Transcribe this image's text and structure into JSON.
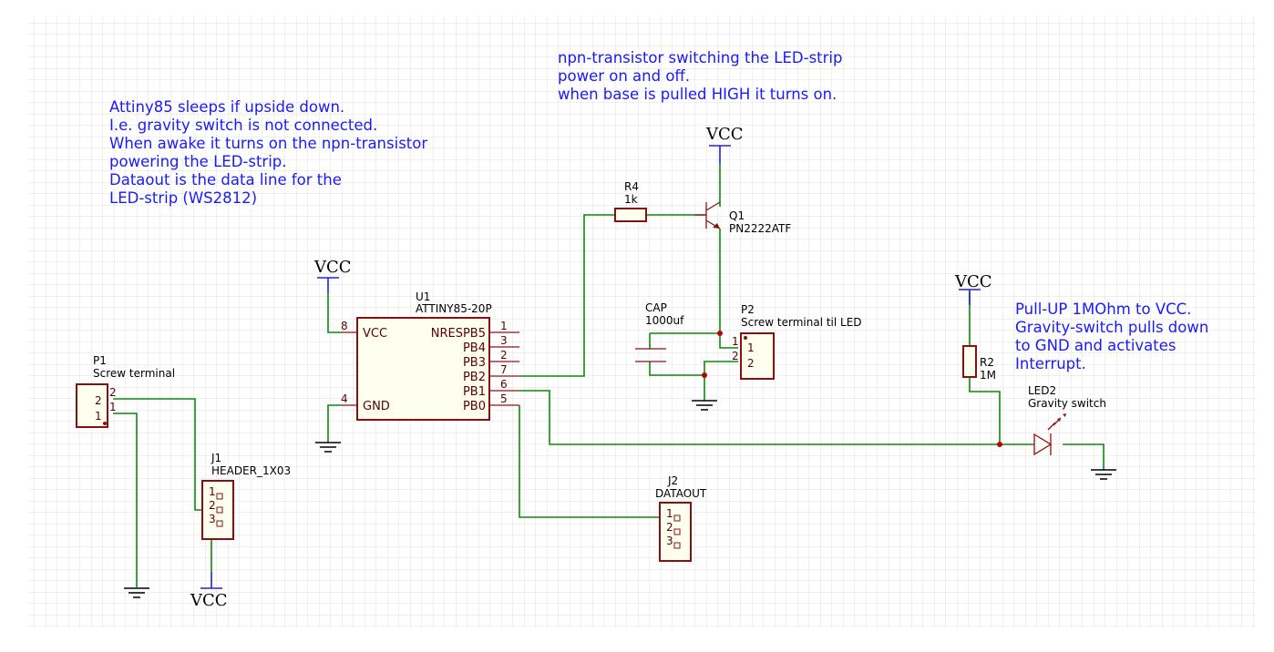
{
  "notes": {
    "sleep": [
      "Attiny85 sleeps if upside down.",
      "I.e. gravity switch is not connected.",
      "When awake it turns on the npn-transistor",
      "powering the LED-strip.",
      "Dataout is the data line for the",
      "LED-strip (WS2812)"
    ],
    "transistor": [
      "npn-transistor switching the LED-strip",
      "power on and off.",
      "when base is pulled HIGH it turns on."
    ],
    "pullup": [
      "Pull-UP 1MOhm to VCC.",
      "Gravity-switch pulls down",
      "to GND and activates",
      "Interrupt."
    ]
  },
  "power_labels": {
    "vcc": "VCC"
  },
  "components": {
    "u1": {
      "ref": "U1",
      "value": "ATTINY85-20P",
      "pins_left": [
        {
          "num": "8",
          "name": "VCC"
        },
        {
          "num": "4",
          "name": "GND"
        }
      ],
      "pins_right": [
        {
          "num": "1",
          "name": "NRESPB5"
        },
        {
          "num": "3",
          "name": "PB4"
        },
        {
          "num": "2",
          "name": "PB3"
        },
        {
          "num": "7",
          "name": "PB2"
        },
        {
          "num": "6",
          "name": "PB1"
        },
        {
          "num": "5",
          "name": "PB0"
        }
      ]
    },
    "r4": {
      "ref": "R4",
      "value": "1k"
    },
    "q1": {
      "ref": "Q1",
      "value": "PN2222ATF"
    },
    "cap": {
      "ref": "CAP",
      "value": "1000uf"
    },
    "p2": {
      "ref": "P2",
      "value": "Screw terminal til LED",
      "pins": [
        "1",
        "2"
      ]
    },
    "r2": {
      "ref": "R2",
      "value": "1M"
    },
    "led2": {
      "ref": "LED2",
      "value": "Gravity switch"
    },
    "p1": {
      "ref": "P1",
      "value": "Screw terminal",
      "pins": [
        "2",
        "1"
      ]
    },
    "j1": {
      "ref": "J1",
      "value": "HEADER_1X03",
      "pins": [
        "1",
        "2",
        "3"
      ]
    },
    "j2": {
      "ref": "J2",
      "value": "DATAOUT",
      "pins": [
        "1",
        "2",
        "3"
      ]
    }
  },
  "colors": {
    "wire": "#0b8a0b",
    "component": "#8a1010",
    "component_fill": "#ffffef",
    "power_stub": "#2222dd",
    "junction": "#c00000",
    "note_text": "#1a1aff",
    "grid": "#e2e2e2"
  }
}
